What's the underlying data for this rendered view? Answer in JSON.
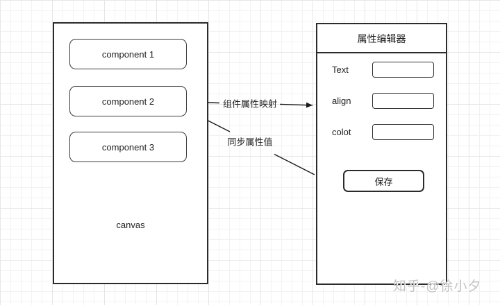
{
  "canvas_panel": {
    "label": "canvas",
    "components": [
      {
        "label": "component 1"
      },
      {
        "label": "component 2"
      },
      {
        "label": "component 3"
      }
    ]
  },
  "editor_panel": {
    "title": "属性编辑器",
    "fields": [
      {
        "label": "Text",
        "value": ""
      },
      {
        "label": "align",
        "value": ""
      },
      {
        "label": "colot",
        "value": ""
      }
    ],
    "save_label": "保存"
  },
  "arrows": {
    "mapping_label": "组件属性映射",
    "sync_label": "同步属性值"
  },
  "watermark": "知乎-@徐小夕",
  "colors": {
    "stroke": "#2b2b2b",
    "grid_minor": "#f2f2f2",
    "grid_major": "#e6e6e6",
    "watermark": "#c3c3c3"
  }
}
